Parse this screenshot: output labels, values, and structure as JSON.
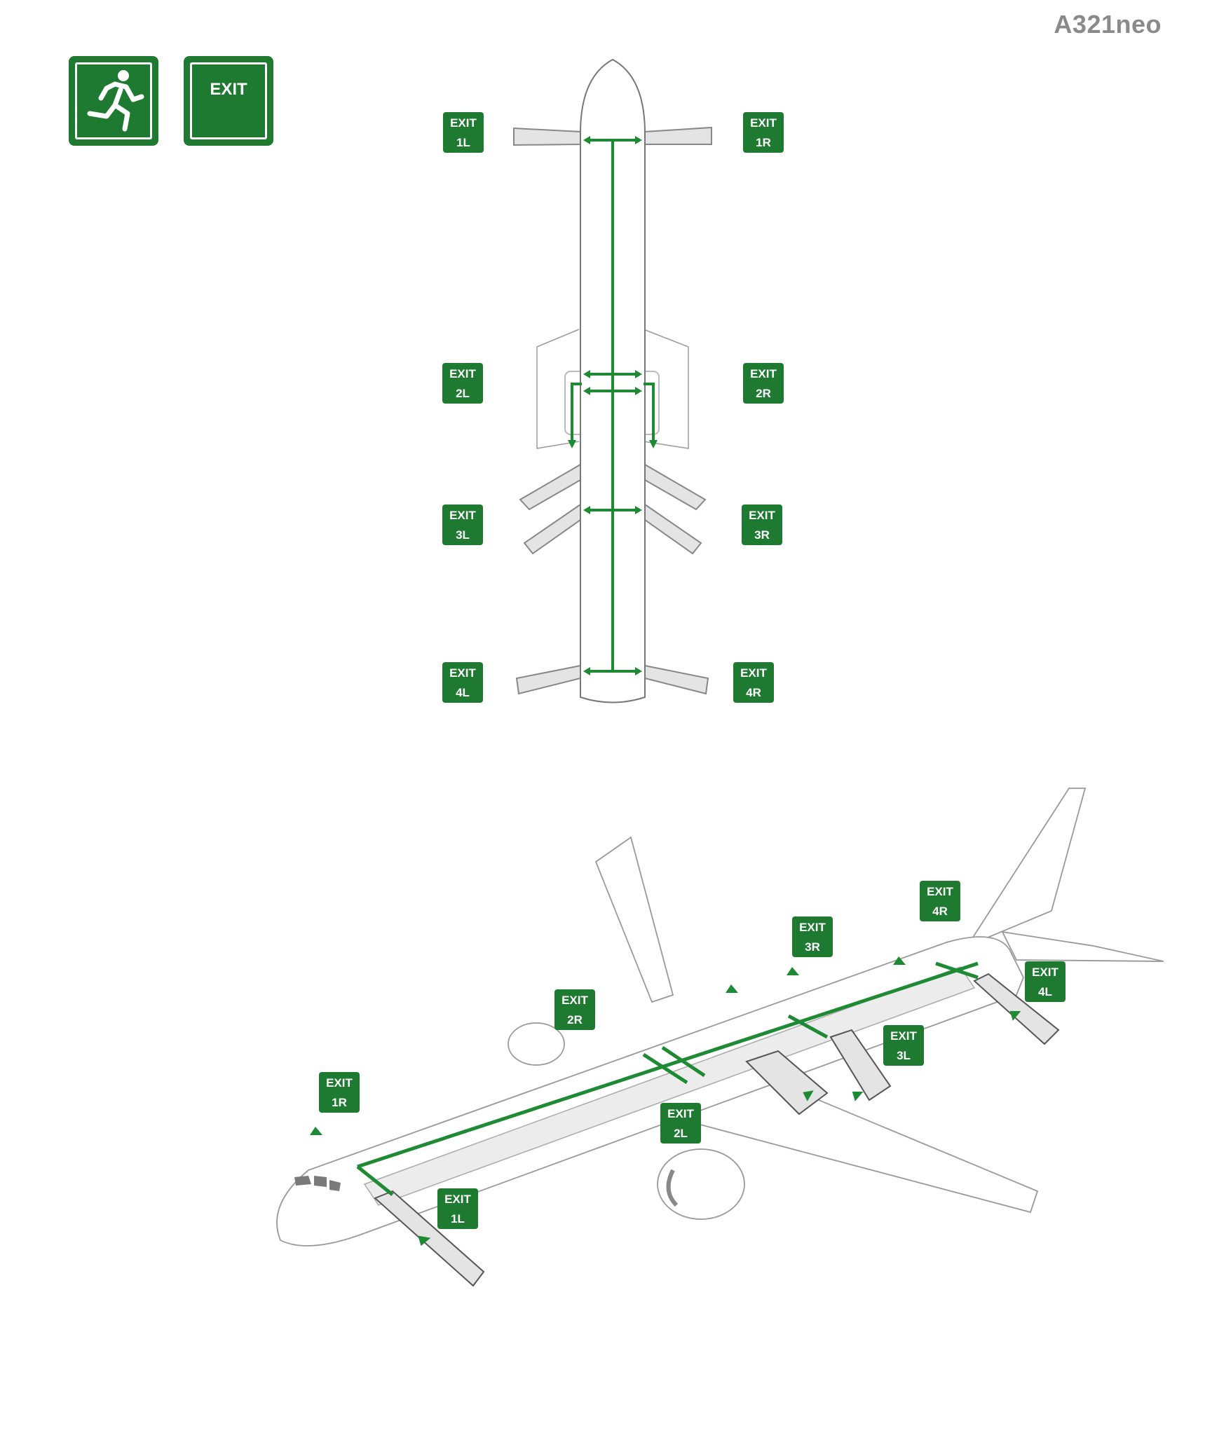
{
  "model": "A321neo",
  "signs": {
    "running_man_icon": "emergency-exit-running-man",
    "exit_sign_text": "EXIT"
  },
  "top_view_exits": [
    {
      "line1": "EXIT",
      "line2": "1L"
    },
    {
      "line1": "EXIT",
      "line2": "1R"
    },
    {
      "line1": "EXIT",
      "line2": "2L"
    },
    {
      "line1": "EXIT",
      "line2": "2R"
    },
    {
      "line1": "EXIT",
      "line2": "3L"
    },
    {
      "line1": "EXIT",
      "line2": "3R"
    },
    {
      "line1": "EXIT",
      "line2": "4L"
    },
    {
      "line1": "EXIT",
      "line2": "4R"
    }
  ],
  "side_view_exits": [
    {
      "line1": "EXIT",
      "line2": "1R"
    },
    {
      "line1": "EXIT",
      "line2": "1L"
    },
    {
      "line1": "EXIT",
      "line2": "2R"
    },
    {
      "line1": "EXIT",
      "line2": "2L"
    },
    {
      "line1": "EXIT",
      "line2": "3R"
    },
    {
      "line1": "EXIT",
      "line2": "3L"
    },
    {
      "line1": "EXIT",
      "line2": "4R"
    },
    {
      "line1": "EXIT",
      "line2": "4L"
    }
  ],
  "colors": {
    "exit_green": "#1e7a31",
    "path_green": "#1e8a34",
    "slide_gray": "#e4e4e4",
    "outline": "#9a9a9a",
    "model_text": "#8a8a8a"
  }
}
